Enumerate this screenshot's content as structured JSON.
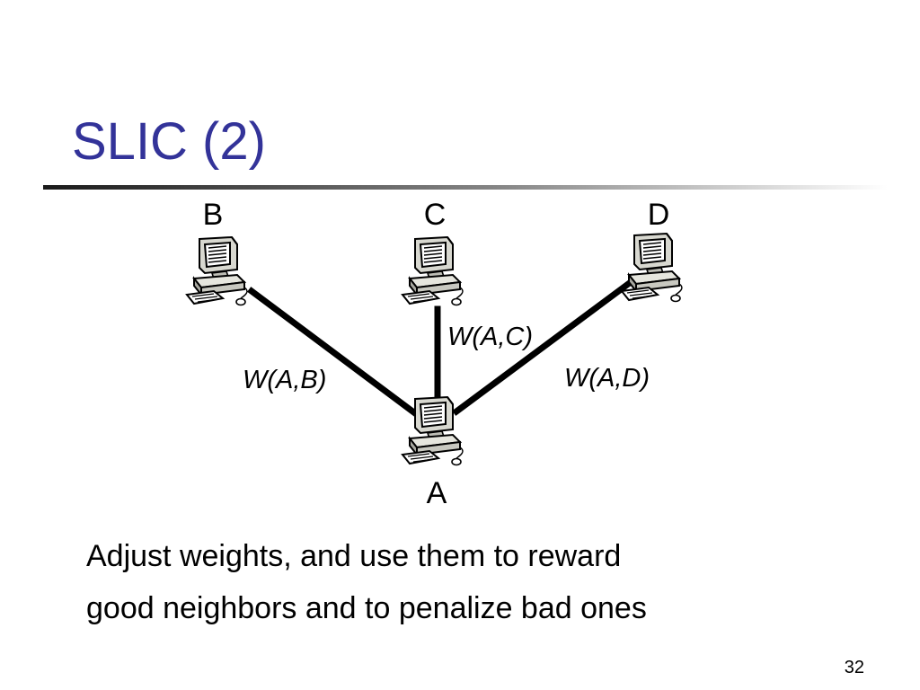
{
  "slide": {
    "title": "SLIC (2)",
    "page_number": "32",
    "title_color": "#333399",
    "rule_color": "#222222"
  },
  "diagram": {
    "nodes": [
      {
        "id": "B",
        "label": "B",
        "icon": "desktop-computer-icon"
      },
      {
        "id": "C",
        "label": "C",
        "icon": "desktop-computer-icon"
      },
      {
        "id": "D",
        "label": "D",
        "icon": "desktop-computer-icon"
      },
      {
        "id": "A",
        "label": "A",
        "icon": "desktop-computer-icon"
      }
    ],
    "edges": [
      {
        "from": "A",
        "to": "B",
        "label": "W(A,B)"
      },
      {
        "from": "A",
        "to": "C",
        "label": "W(A,C)"
      },
      {
        "from": "A",
        "to": "D",
        "label": "W(A,D)"
      }
    ]
  },
  "caption": {
    "line1": "Adjust weights, and use them to reward",
    "line2": "good neighbors and to penalize bad ones"
  }
}
